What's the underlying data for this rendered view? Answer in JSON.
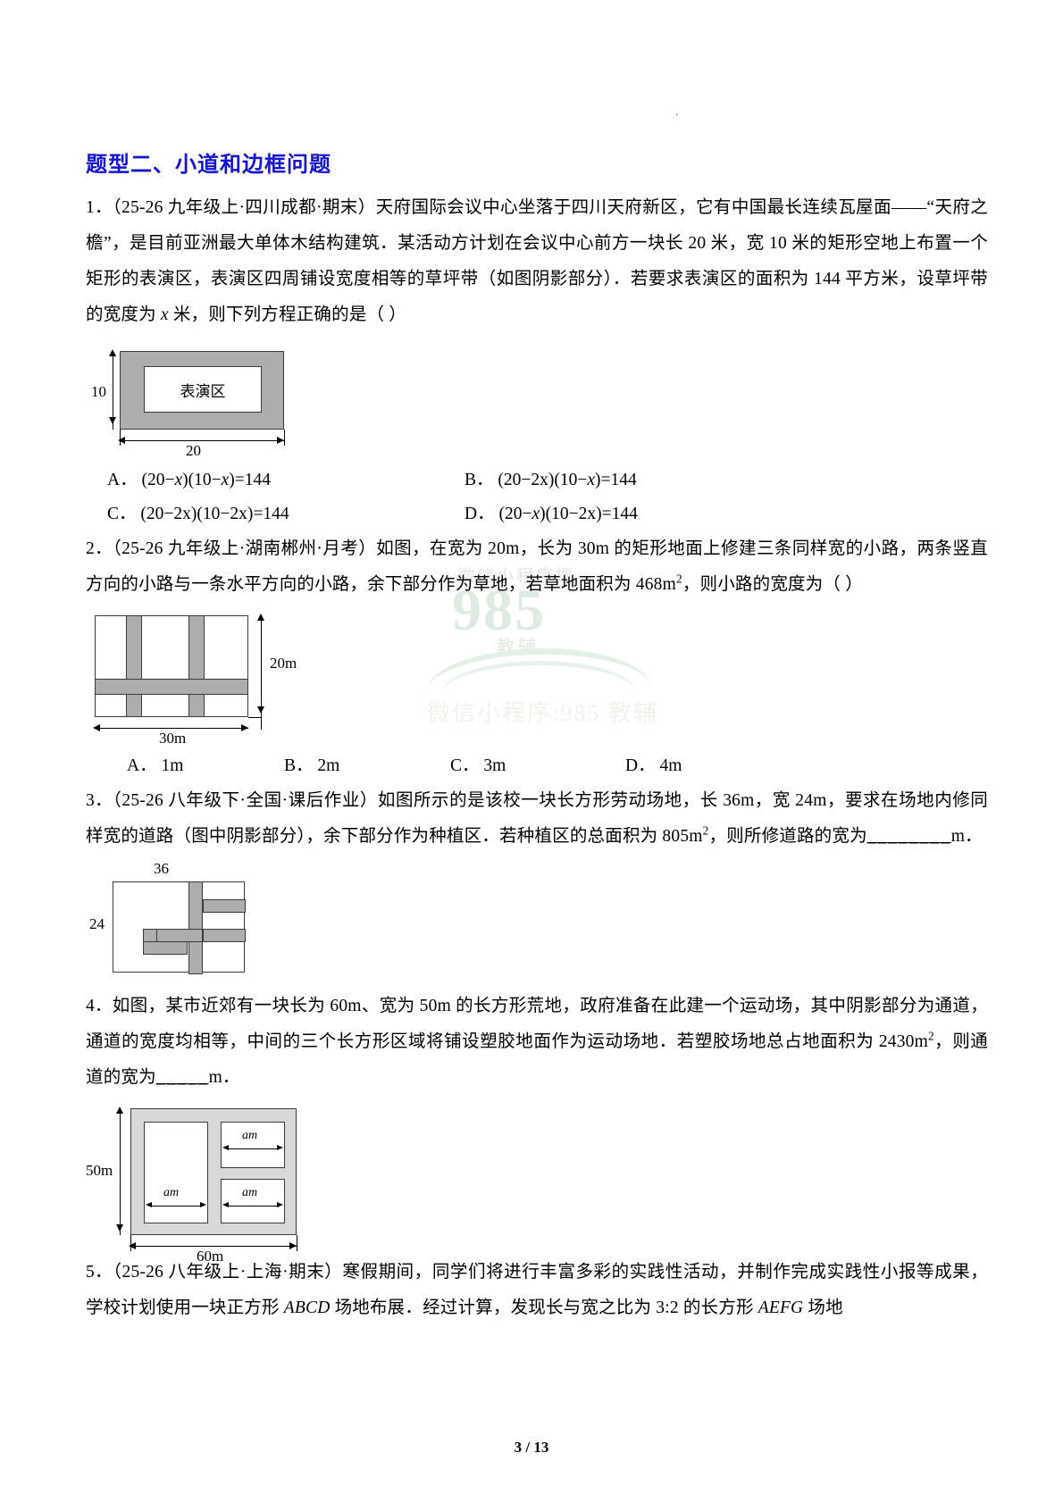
{
  "page": {
    "top_dot": ".",
    "footer": "3 / 13"
  },
  "section": {
    "title": "题型二、小道和边框问题",
    "color": "#1414d2"
  },
  "watermark": {
    "top_text": "微信小程序搜",
    "big_text": "985",
    "sub_text": "教辅",
    "bottom_text": "微信小程序:985 教辅",
    "color": "#dfe8e0"
  },
  "problems": [
    {
      "number": "1",
      "source": "（25-26 九年级上·四川成都·期末）",
      "text_lines": [
        "天府国际会议中心坐落于四川天府新区，它有中国最长连续瓦屋面",
        "——“天府之檐”，是目前亚洲最大单体木结构建筑．某活动方计划在会议中心前方一块长 20 米，宽 10 米的",
        "矩形空地上布置一个矩形的表演区，表演区四周铺设宽度相等的草坪带（如图阴影部分）．若要求表演区的",
        "面积为 144 平方米，设草坪带的宽度为 x 米，则下列方程正确的是（   ）"
      ],
      "figure": {
        "inner_label": "表演区",
        "height_label": "10",
        "width_label": "20"
      },
      "options": [
        {
          "key": "A．",
          "body": "(20−x)(10−x)=144"
        },
        {
          "key": "B．",
          "body": "(20−2x)(10−x)=144"
        },
        {
          "key": "C．",
          "body": "(20−2x)(10−2x)=144"
        },
        {
          "key": "D．",
          "body": "(20−x)(10−2x)=144"
        }
      ]
    },
    {
      "number": "2",
      "source": "（25-26 九年级上·湖南郴州·月考）",
      "text_lines": [
        "如图，在宽为 20m，长为 30m 的矩形地面上修建三条同样宽的小路，",
        "两条竖直方向的小路与一条水平方向的小路，余下部分作为草地，若草地面积为 468m",
        "，则小路的宽度为（   ）"
      ],
      "area_sup": "2",
      "figure": {
        "height_label": "20m",
        "width_label": "30m"
      },
      "options": [
        {
          "key": "A．",
          "body": "1m"
        },
        {
          "key": "B．",
          "body": "2m"
        },
        {
          "key": "C．",
          "body": "3m"
        },
        {
          "key": "D．",
          "body": "4m"
        }
      ]
    },
    {
      "number": "3",
      "source": "（25-26 八年级下·全国·课后作业）",
      "text_lines": [
        "如图所示的是该校一块长方形劳动场地，长 36m，宽 24m，要求在场",
        "地内修同样宽的道路（图中阴影部分），余下部分作为种植区．若种植区的总面积为 805m",
        "，则所修道路的"
      ],
      "area_sup": "2",
      "tail_prefix": "宽为",
      "tail_blank": "________",
      "tail_suffix": "m．",
      "figure": {
        "width_label": "36",
        "height_label": "24"
      }
    },
    {
      "number": "4",
      "source": "",
      "text_lines": [
        "如图，某市近郊有一块长为 60m、宽为 50m 的长方形荒地，政府准备在此建一个运动场，其中阴影部分",
        "为通道，通道的宽度均相等，中间的三个长方形区域将铺设塑胶地面作为运动场地．若塑胶场地总占地面",
        "积为 2430m"
      ],
      "area_sup": "2",
      "tail_prefix": "，则通道的宽为",
      "tail_blank": "_____",
      "tail_suffix": "m．",
      "figure": {
        "height_label": "50m",
        "width_label": "60m",
        "inner_labels": [
          "am",
          "am",
          "am"
        ]
      }
    },
    {
      "number": "5",
      "source": "（25-26 八年级上·上海·期末）",
      "text_lines": [
        "寒假期间，同学们将进行丰富多彩的实践性活动，并制作完成实践性小报",
        "等成果，学校计划使用一块正方形 ABCD 场地布展．经过计算，发现长与宽之比为 3:2 的长方形 AEFG 场地"
      ],
      "italic_tokens": [
        "ABCD",
        "AEFG"
      ]
    }
  ]
}
